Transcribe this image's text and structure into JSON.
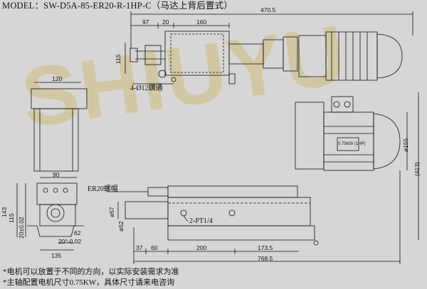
{
  "model": "MODEL：SW-D5A-85-ER20-R-1HP-C（马达上背后置式）",
  "watermark": "SHIUYU",
  "callouts": {
    "holes": "4-Ø12鑽通",
    "er20": "ER20螺帽",
    "pt": "2-PT1/4",
    "motor_plate": "0.75KW (1HP)"
  },
  "dimensions": {
    "overall_top": "470.5",
    "d97": "97",
    "d20": "20",
    "d160": "160",
    "d115_top": "115",
    "d120": "120",
    "d90": "90",
    "d143": "143",
    "d115_side": "115",
    "d20_02": "20±0.02",
    "d62": "62",
    "d20_x": "20°-0.02",
    "d135": "135",
    "d37": "37",
    "d60": "60",
    "d200": "200",
    "d173_5": "173.5",
    "d768_5": "768.5",
    "d155": "ø155",
    "d413": "(413)",
    "d57": "ø57",
    "d52": "ø52"
  },
  "notes": [
    "*电机可以放置于不同的方向，以实际安装需求为准",
    "*主轴配置电机尺寸0.75KW，具体尺寸请来电咨询"
  ]
}
